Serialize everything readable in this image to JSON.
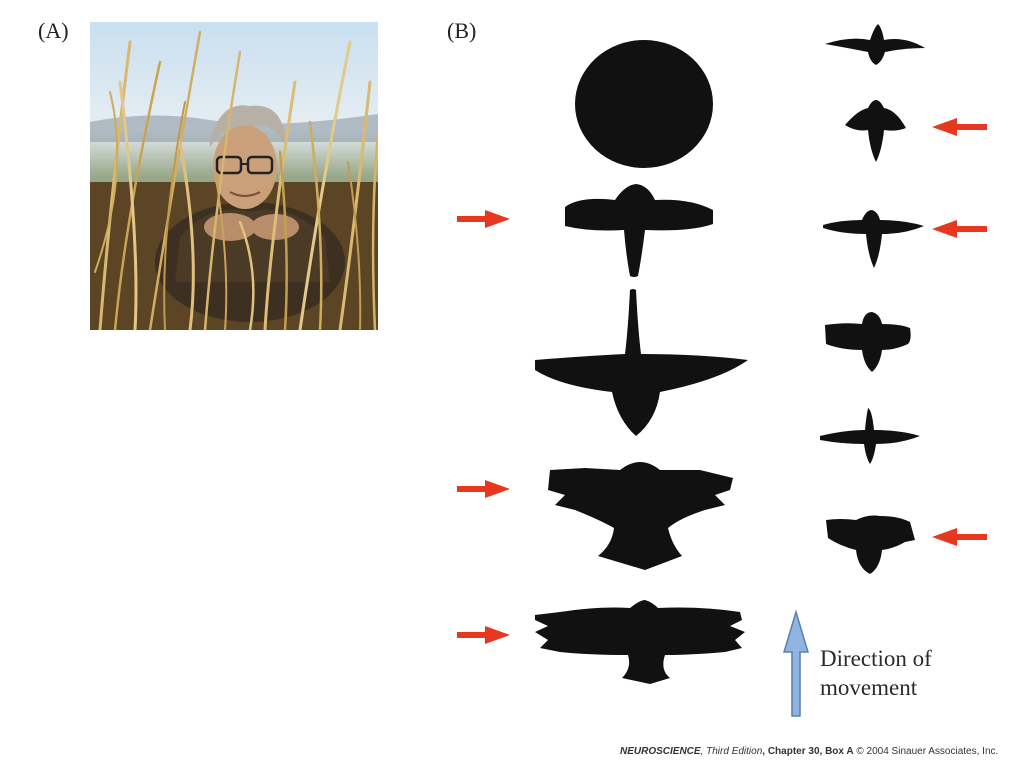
{
  "panels": {
    "a_label": "(A)",
    "b_label": "(B)"
  },
  "direction": {
    "line1": "Direction of",
    "line2": "movement",
    "arrow_color": "#8fb4e0",
    "arrow_stroke": "#5a7fb0"
  },
  "credit": {
    "book": "NEUROSCIENCE",
    "edition": ", Third Edition",
    "chapter": ", Chapter 30, Box A",
    "copyright": "© 2004 Sinauer Associates, Inc."
  },
  "colors": {
    "silhouette": "#111111",
    "indicator_arrow": "#e8371f"
  }
}
